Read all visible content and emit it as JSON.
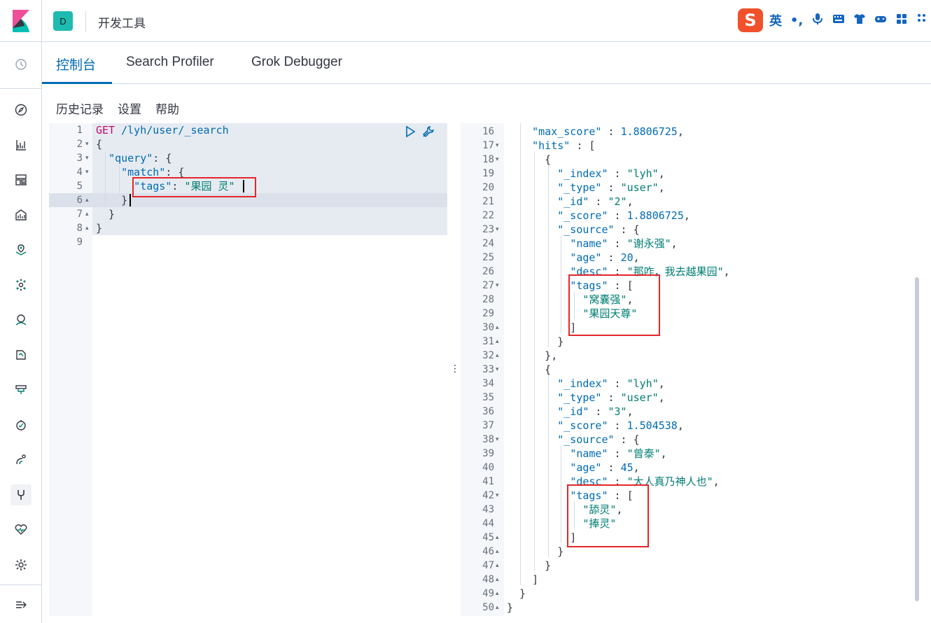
{
  "header": {
    "space_initial": "D",
    "app_title": "开发工具",
    "ime": {
      "logo": "S",
      "lang": "英",
      "punct": "•,"
    }
  },
  "tabs": [
    {
      "label": "控制台",
      "active": true
    },
    {
      "label": "Search Profiler",
      "active": false
    },
    {
      "label": "Grok Debugger",
      "active": false
    }
  ],
  "console_menu": {
    "history": "历史记录",
    "settings": "设置",
    "help": "帮助"
  },
  "nav_icons": [
    "recent-icon",
    "discover-icon",
    "visualize-icon",
    "dashboard-icon",
    "canvas-icon",
    "maps-icon",
    "ml-icon",
    "metrics-icon",
    "logs-icon",
    "apm-icon",
    "uptime-icon",
    "siem-icon",
    "dev-tools-icon",
    "monitoring-icon",
    "management-icon",
    "collapse-icon"
  ],
  "request": {
    "lines": [
      {
        "n": "1",
        "fold": "",
        "parts": [
          [
            "kw",
            "GET"
          ],
          [
            "pun",
            " "
          ],
          [
            "url",
            "/lyh/user/_search"
          ]
        ]
      },
      {
        "n": "2",
        "fold": "▾",
        "parts": [
          [
            "pun",
            "{"
          ]
        ]
      },
      {
        "n": "3",
        "fold": "▾",
        "parts": [
          [
            "pun",
            "  "
          ],
          [
            "key",
            "\"query\""
          ],
          [
            "pun",
            ": {"
          ]
        ]
      },
      {
        "n": "4",
        "fold": "▾",
        "parts": [
          [
            "pun",
            "    "
          ],
          [
            "key",
            "\"match\""
          ],
          [
            "pun",
            ": {"
          ]
        ]
      },
      {
        "n": "5",
        "fold": "",
        "parts": [
          [
            "pun",
            "      "
          ],
          [
            "key",
            "\"tags\""
          ],
          [
            "pun",
            ": "
          ],
          [
            "str",
            "\"果园 灵\""
          ]
        ]
      },
      {
        "n": "6",
        "fold": "▴",
        "parts": [
          [
            "pun",
            "    }"
          ]
        ]
      },
      {
        "n": "7",
        "fold": "▴",
        "parts": [
          [
            "pun",
            "  }"
          ]
        ]
      },
      {
        "n": "8",
        "fold": "▴",
        "parts": [
          [
            "pun",
            "}"
          ]
        ]
      },
      {
        "n": "9",
        "fold": "",
        "parts": []
      }
    ]
  },
  "response": {
    "lines": [
      {
        "n": "16",
        "fold": "",
        "parts": [
          [
            "pun",
            "    "
          ],
          [
            "key",
            "\"max_score\""
          ],
          [
            "pun",
            " : "
          ],
          [
            "num",
            "1.8806725"
          ],
          [
            "pun",
            ","
          ]
        ]
      },
      {
        "n": "17",
        "fold": "▾",
        "parts": [
          [
            "pun",
            "    "
          ],
          [
            "key",
            "\"hits\""
          ],
          [
            "pun",
            " : ["
          ]
        ]
      },
      {
        "n": "18",
        "fold": "▾",
        "parts": [
          [
            "pun",
            "      {"
          ]
        ]
      },
      {
        "n": "19",
        "fold": "",
        "parts": [
          [
            "pun",
            "        "
          ],
          [
            "key",
            "\"_index\""
          ],
          [
            "pun",
            " : "
          ],
          [
            "str",
            "\"lyh\""
          ],
          [
            "pun",
            ","
          ]
        ]
      },
      {
        "n": "20",
        "fold": "",
        "parts": [
          [
            "pun",
            "        "
          ],
          [
            "key",
            "\"_type\""
          ],
          [
            "pun",
            " : "
          ],
          [
            "str",
            "\"user\""
          ],
          [
            "pun",
            ","
          ]
        ]
      },
      {
        "n": "21",
        "fold": "",
        "parts": [
          [
            "pun",
            "        "
          ],
          [
            "key",
            "\"_id\""
          ],
          [
            "pun",
            " : "
          ],
          [
            "str",
            "\"2\""
          ],
          [
            "pun",
            ","
          ]
        ]
      },
      {
        "n": "22",
        "fold": "",
        "parts": [
          [
            "pun",
            "        "
          ],
          [
            "key",
            "\"_score\""
          ],
          [
            "pun",
            " : "
          ],
          [
            "num",
            "1.8806725"
          ],
          [
            "pun",
            ","
          ]
        ]
      },
      {
        "n": "23",
        "fold": "▾",
        "parts": [
          [
            "pun",
            "        "
          ],
          [
            "key",
            "\"_source\""
          ],
          [
            "pun",
            " : {"
          ]
        ]
      },
      {
        "n": "24",
        "fold": "",
        "parts": [
          [
            "pun",
            "          "
          ],
          [
            "key",
            "\"name\""
          ],
          [
            "pun",
            " : "
          ],
          [
            "str",
            "\"谢永强\""
          ],
          [
            "pun",
            ","
          ]
        ]
      },
      {
        "n": "25",
        "fold": "",
        "parts": [
          [
            "pun",
            "          "
          ],
          [
            "key",
            "\"age\""
          ],
          [
            "pun",
            " : "
          ],
          [
            "num",
            "20"
          ],
          [
            "pun",
            ","
          ]
        ]
      },
      {
        "n": "26",
        "fold": "",
        "parts": [
          [
            "pun",
            "          "
          ],
          [
            "key",
            "\"desc\""
          ],
          [
            "pun",
            " : "
          ],
          [
            "str",
            "\"那咋，我去越果园\""
          ],
          [
            "pun",
            ","
          ]
        ]
      },
      {
        "n": "27",
        "fold": "▾",
        "parts": [
          [
            "pun",
            "          "
          ],
          [
            "key",
            "\"tags\""
          ],
          [
            "pun",
            " : ["
          ]
        ]
      },
      {
        "n": "28",
        "fold": "",
        "parts": [
          [
            "pun",
            "            "
          ],
          [
            "str",
            "\"窝囊强\""
          ],
          [
            "pun",
            ","
          ]
        ]
      },
      {
        "n": "29",
        "fold": "",
        "parts": [
          [
            "pun",
            "            "
          ],
          [
            "str",
            "\"果园天尊\""
          ]
        ]
      },
      {
        "n": "30",
        "fold": "▴",
        "parts": [
          [
            "pun",
            "          ]"
          ]
        ]
      },
      {
        "n": "31",
        "fold": "▴",
        "parts": [
          [
            "pun",
            "        }"
          ]
        ]
      },
      {
        "n": "32",
        "fold": "▴",
        "parts": [
          [
            "pun",
            "      },"
          ]
        ]
      },
      {
        "n": "33",
        "fold": "▾",
        "parts": [
          [
            "pun",
            "      {"
          ]
        ]
      },
      {
        "n": "34",
        "fold": "",
        "parts": [
          [
            "pun",
            "        "
          ],
          [
            "key",
            "\"_index\""
          ],
          [
            "pun",
            " : "
          ],
          [
            "str",
            "\"lyh\""
          ],
          [
            "pun",
            ","
          ]
        ]
      },
      {
        "n": "35",
        "fold": "",
        "parts": [
          [
            "pun",
            "        "
          ],
          [
            "key",
            "\"_type\""
          ],
          [
            "pun",
            " : "
          ],
          [
            "str",
            "\"user\""
          ],
          [
            "pun",
            ","
          ]
        ]
      },
      {
        "n": "36",
        "fold": "",
        "parts": [
          [
            "pun",
            "        "
          ],
          [
            "key",
            "\"_id\""
          ],
          [
            "pun",
            " : "
          ],
          [
            "str",
            "\"3\""
          ],
          [
            "pun",
            ","
          ]
        ]
      },
      {
        "n": "37",
        "fold": "",
        "parts": [
          [
            "pun",
            "        "
          ],
          [
            "key",
            "\"_score\""
          ],
          [
            "pun",
            " : "
          ],
          [
            "num",
            "1.504538"
          ],
          [
            "pun",
            ","
          ]
        ]
      },
      {
        "n": "38",
        "fold": "▾",
        "parts": [
          [
            "pun",
            "        "
          ],
          [
            "key",
            "\"_source\""
          ],
          [
            "pun",
            " : {"
          ]
        ]
      },
      {
        "n": "39",
        "fold": "",
        "parts": [
          [
            "pun",
            "          "
          ],
          [
            "key",
            "\"name\""
          ],
          [
            "pun",
            " : "
          ],
          [
            "str",
            "\"曾泰\""
          ],
          [
            "pun",
            ","
          ]
        ]
      },
      {
        "n": "40",
        "fold": "",
        "parts": [
          [
            "pun",
            "          "
          ],
          [
            "key",
            "\"age\""
          ],
          [
            "pun",
            " : "
          ],
          [
            "num",
            "45"
          ],
          [
            "pun",
            ","
          ]
        ]
      },
      {
        "n": "41",
        "fold": "",
        "parts": [
          [
            "pun",
            "          "
          ],
          [
            "key",
            "\"desc\""
          ],
          [
            "pun",
            " : "
          ],
          [
            "str",
            "\"大人真乃神人也\""
          ],
          [
            "pun",
            ","
          ]
        ]
      },
      {
        "n": "42",
        "fold": "▾",
        "parts": [
          [
            "pun",
            "          "
          ],
          [
            "key",
            "\"tags\""
          ],
          [
            "pun",
            " : ["
          ]
        ]
      },
      {
        "n": "43",
        "fold": "",
        "parts": [
          [
            "pun",
            "            "
          ],
          [
            "str",
            "\"舔灵\""
          ],
          [
            "pun",
            ","
          ]
        ]
      },
      {
        "n": "44",
        "fold": "",
        "parts": [
          [
            "pun",
            "            "
          ],
          [
            "str",
            "\"捧灵\""
          ]
        ]
      },
      {
        "n": "45",
        "fold": "▴",
        "parts": [
          [
            "pun",
            "          ]"
          ]
        ]
      },
      {
        "n": "46",
        "fold": "▴",
        "parts": [
          [
            "pun",
            "        }"
          ]
        ]
      },
      {
        "n": "47",
        "fold": "▴",
        "parts": [
          [
            "pun",
            "      }"
          ]
        ]
      },
      {
        "n": "48",
        "fold": "▴",
        "parts": [
          [
            "pun",
            "    ]"
          ]
        ]
      },
      {
        "n": "49",
        "fold": "▴",
        "parts": [
          [
            "pun",
            "  }"
          ]
        ]
      },
      {
        "n": "50",
        "fold": "▴",
        "parts": [
          [
            "pun",
            "}"
          ]
        ]
      }
    ]
  }
}
